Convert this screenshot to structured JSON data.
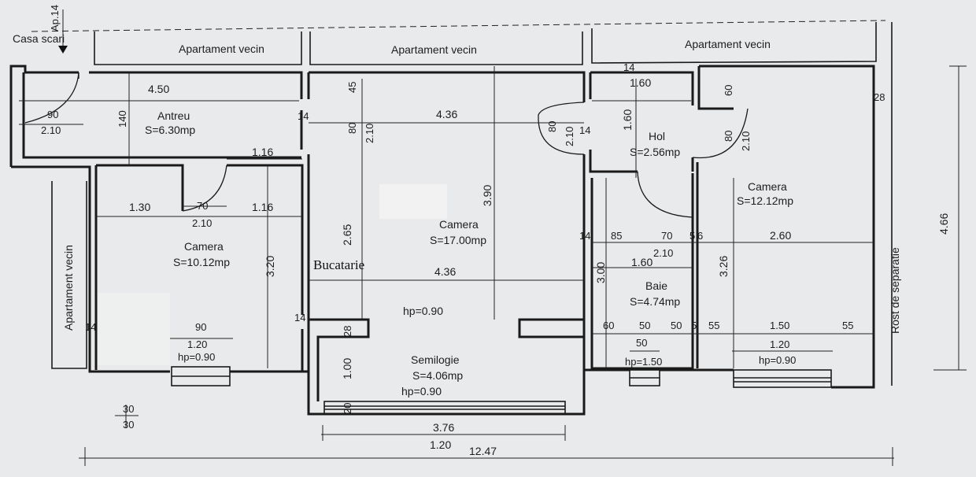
{
  "title": "",
  "stair": {
    "label": "Casa scari",
    "ap": "Ap.14"
  },
  "neighbors": {
    "top": "Apartament vecin",
    "left": "Apartament vecin"
  },
  "separation": "Rost de separatie",
  "total_width": "12.47",
  "total_depth": "4.66",
  "rooms": [
    {
      "name": "Antreu",
      "area": "S=6.30mp"
    },
    {
      "name": "Camera",
      "area": "S=10.12mp",
      "hp": "hp=0.90"
    },
    {
      "name": "Camera",
      "area": "S=17.00mp"
    },
    {
      "name": "Bucatarie"
    },
    {
      "name": "Hol",
      "area": "S=2.56mp"
    },
    {
      "name": "Camera",
      "area": "S=12.12mp",
      "hp": "hp=0.90"
    },
    {
      "name": "Baie",
      "area": "S=4.74mp",
      "hp": "hp=1.50"
    },
    {
      "name": "Semilogie",
      "area": "S=4.06mp",
      "hp": "hp=0.90"
    }
  ],
  "kitchen_hp": "hp=0.90",
  "dimensions": {
    "antreu_len": "4.50",
    "antreu_door": "90",
    "antreu_door_w": "2.10",
    "antreu_depth": "140",
    "wall_14_a": "14",
    "wall_14_b": "14",
    "wall_14_c": "14",
    "wall_14_d": "14",
    "wall_14_e": "14",
    "wall_14_f": "14",
    "room1_top": "1.16",
    "room1_a": "1.30",
    "room1_door": "70",
    "room1_door_w": "2.10",
    "room1_b": "1.16",
    "room1_depth": "3.20",
    "room1_win": "90",
    "room1_win_w": "1.20",
    "living_w": "4.36",
    "living_w2": "4.36",
    "living_h": "3.90",
    "living_45": "45",
    "living_80": "80",
    "living_210": "2.10",
    "living_265": "2.65",
    "hol_w": "1.60",
    "hol_h": "1.60",
    "hol_80": "80",
    "hol_210": "2.10",
    "cam3_60": "60",
    "cam3_80": "80",
    "cam3_210": "2.10",
    "cam3_28": "28",
    "baie_85": "85",
    "baie_70": "70",
    "baie_5": "5",
    "baie_6": "6",
    "baie_210": "2.10",
    "baie_160": "1.60",
    "baie_300": "3.00",
    "cam3_260": "2.60",
    "cam3_326": "3.26",
    "bot_60": "60",
    "bot_50a": "50",
    "bot_50b": "50",
    "bot_5": "5",
    "bot_55a": "55",
    "bot_150": "1.50",
    "bot_55b": "55",
    "bot_50c": "50",
    "bot_120": "1.20",
    "semi_28": "28",
    "semi_100": "1.00",
    "semi_20": "20",
    "semi_376": "3.76",
    "semi_120": "1.20",
    "scale_30a": "30",
    "scale_30b": "30"
  }
}
